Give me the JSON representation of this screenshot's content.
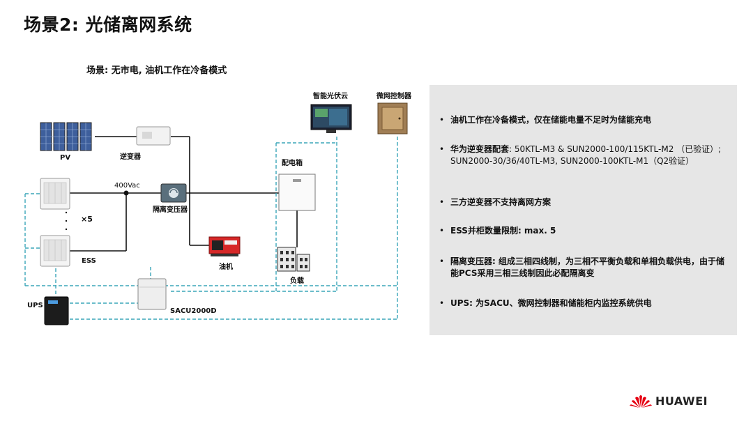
{
  "slide": {
    "title": "场景2: 光储离网系统",
    "scenario": "场景: 无市电, 油机工作在冷备模式"
  },
  "diagram": {
    "labels": {
      "pv": "PV",
      "inverter": "逆变器",
      "voltage": "400Vac",
      "transformer": "隔离变压器",
      "ess_count": "×5",
      "ess": "ESS",
      "diesel": "油机",
      "distribution_box": "配电箱",
      "load": "负载",
      "smart_pv_cloud": "智能光伏云",
      "microgrid_controller": "微网控制器",
      "ups": "UPS",
      "sacu": "SACU2000D"
    },
    "colors": {
      "power_line": "#111111",
      "comm_line": "#3aa6b9"
    }
  },
  "panel": {
    "bullets": [
      {
        "bold": "油机工作在冷备模式，仅在储能电量不足时为储能充电",
        "text": ""
      },
      {
        "bold": "华为逆变器配套",
        "text": ": 50KTL-M3 & SUN2000-100/115KTL-M2 （已验证）; SUN2000-30/36/40TL-M3, SUN2000-100KTL-M1（Q2验证）"
      },
      {
        "bold": "三方逆变器不支持离网方案",
        "text": ""
      },
      {
        "bold": "ESS并柜数量限制: max. 5",
        "text": ""
      },
      {
        "bold": "隔离变压器: 组成三相四线制，为三相不平衡负载和单相负载供电，由于储能PCS采用三相三线制因此必配隔离变",
        "text": ""
      },
      {
        "bold": "UPS: 为SACU、微网控制器和储能柜内监控系统供电",
        "text": ""
      }
    ]
  },
  "brand": {
    "name": "HUAWEI",
    "color": "#e60012"
  }
}
